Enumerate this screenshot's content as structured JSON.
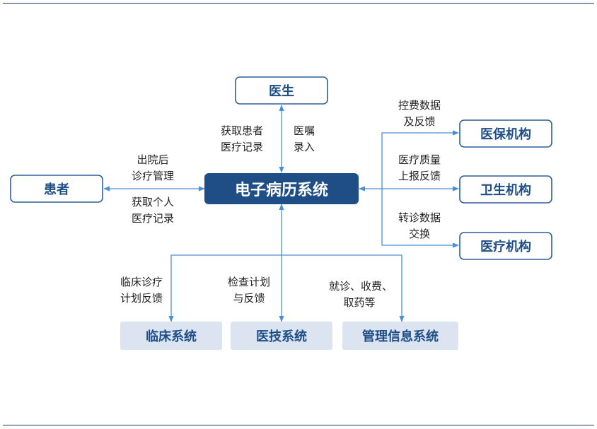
{
  "nodes": {
    "center": "电子病历系统",
    "doctor": "医生",
    "patient": "患者",
    "insurance": "医保机构",
    "health": "卫生机构",
    "medical": "医疗机构",
    "clinical": "临床系统",
    "medtech": "医技系统",
    "mis": "管理信息系统"
  },
  "labels": {
    "doctor_left": [
      "获取患者",
      "医疗记录"
    ],
    "doctor_right": [
      "医嘱",
      "录入"
    ],
    "patient_top": [
      "出院后",
      "诊疗管理"
    ],
    "patient_bottom": [
      "获取个人",
      "医疗记录"
    ],
    "insurance": [
      "控费数据",
      "及反馈"
    ],
    "health": [
      "医疗质量",
      "上报反馈"
    ],
    "medical": [
      "转诊数据",
      "交换"
    ],
    "clinical": [
      "临床诊疗",
      "计划反馈"
    ],
    "medtech": [
      "检查计划",
      "与反馈"
    ],
    "mis": [
      "就诊、收费、",
      "取药等"
    ]
  },
  "colors": {
    "center_fill": "#1f4e87",
    "box_stroke": "#2e5e99",
    "box_text": "#1f4e87",
    "bottom_fill": "#dbe4f0",
    "line": "#4a8fd4"
  }
}
